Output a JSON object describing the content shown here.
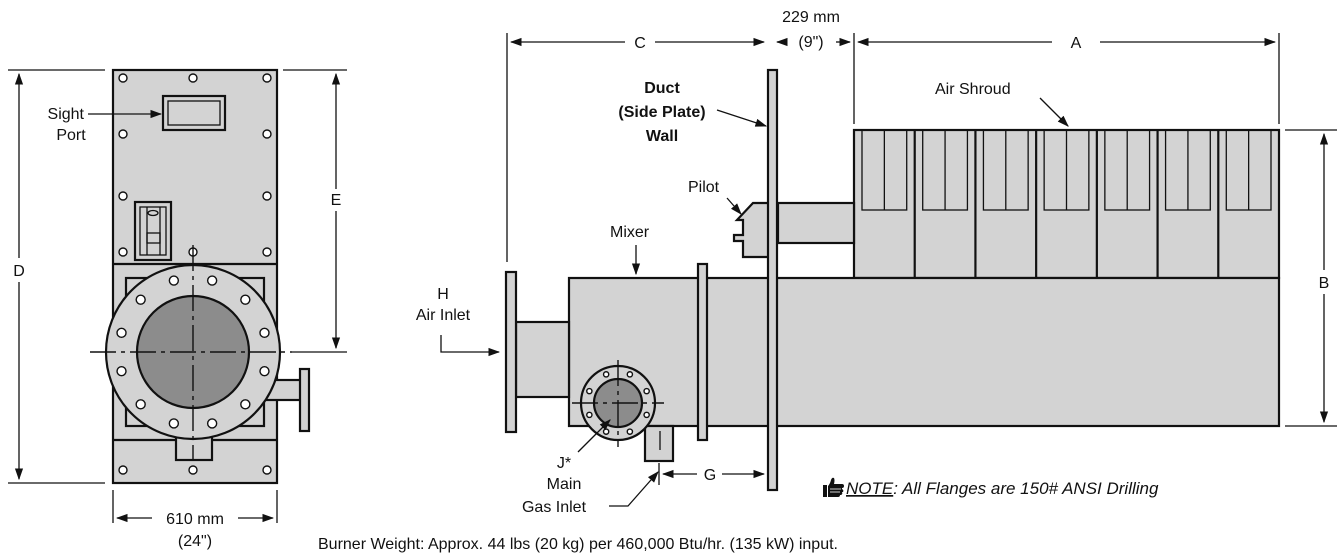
{
  "labels": {
    "sight_port_line1": "Sight",
    "sight_port_line2": "Port",
    "dim_d": "D",
    "dim_e": "E",
    "width_mm": "610 mm",
    "width_in": "(24\")",
    "dim_c": "C",
    "wall_gap_mm": "229 mm",
    "wall_gap_in": "(9\")",
    "dim_a": "A",
    "dim_b": "B",
    "duct_line1": "Duct",
    "duct_line2": "(Side Plate)",
    "duct_line3": "Wall",
    "air_shroud": "Air Shroud",
    "pilot": "Pilot",
    "mixer": "Mixer",
    "h_letter": "H",
    "air_inlet": "Air Inlet",
    "j_letter": "J*",
    "main": "Main",
    "gas_inlet": "Gas Inlet",
    "dim_g": "G",
    "note_word": "NOTE",
    "note_text": ": All Flanges are 150# ANSI Drilling",
    "burner_weight": "Burner Weight:  Approx. 44 lbs (20 kg) per 460,000 Btu/hr. (135 kW) input."
  },
  "icons": {
    "note": "pointing-hand-icon"
  },
  "colors": {
    "housing_fill": "#d3d3d3",
    "port_fill": "#8c8c8c",
    "line": "#111111"
  }
}
